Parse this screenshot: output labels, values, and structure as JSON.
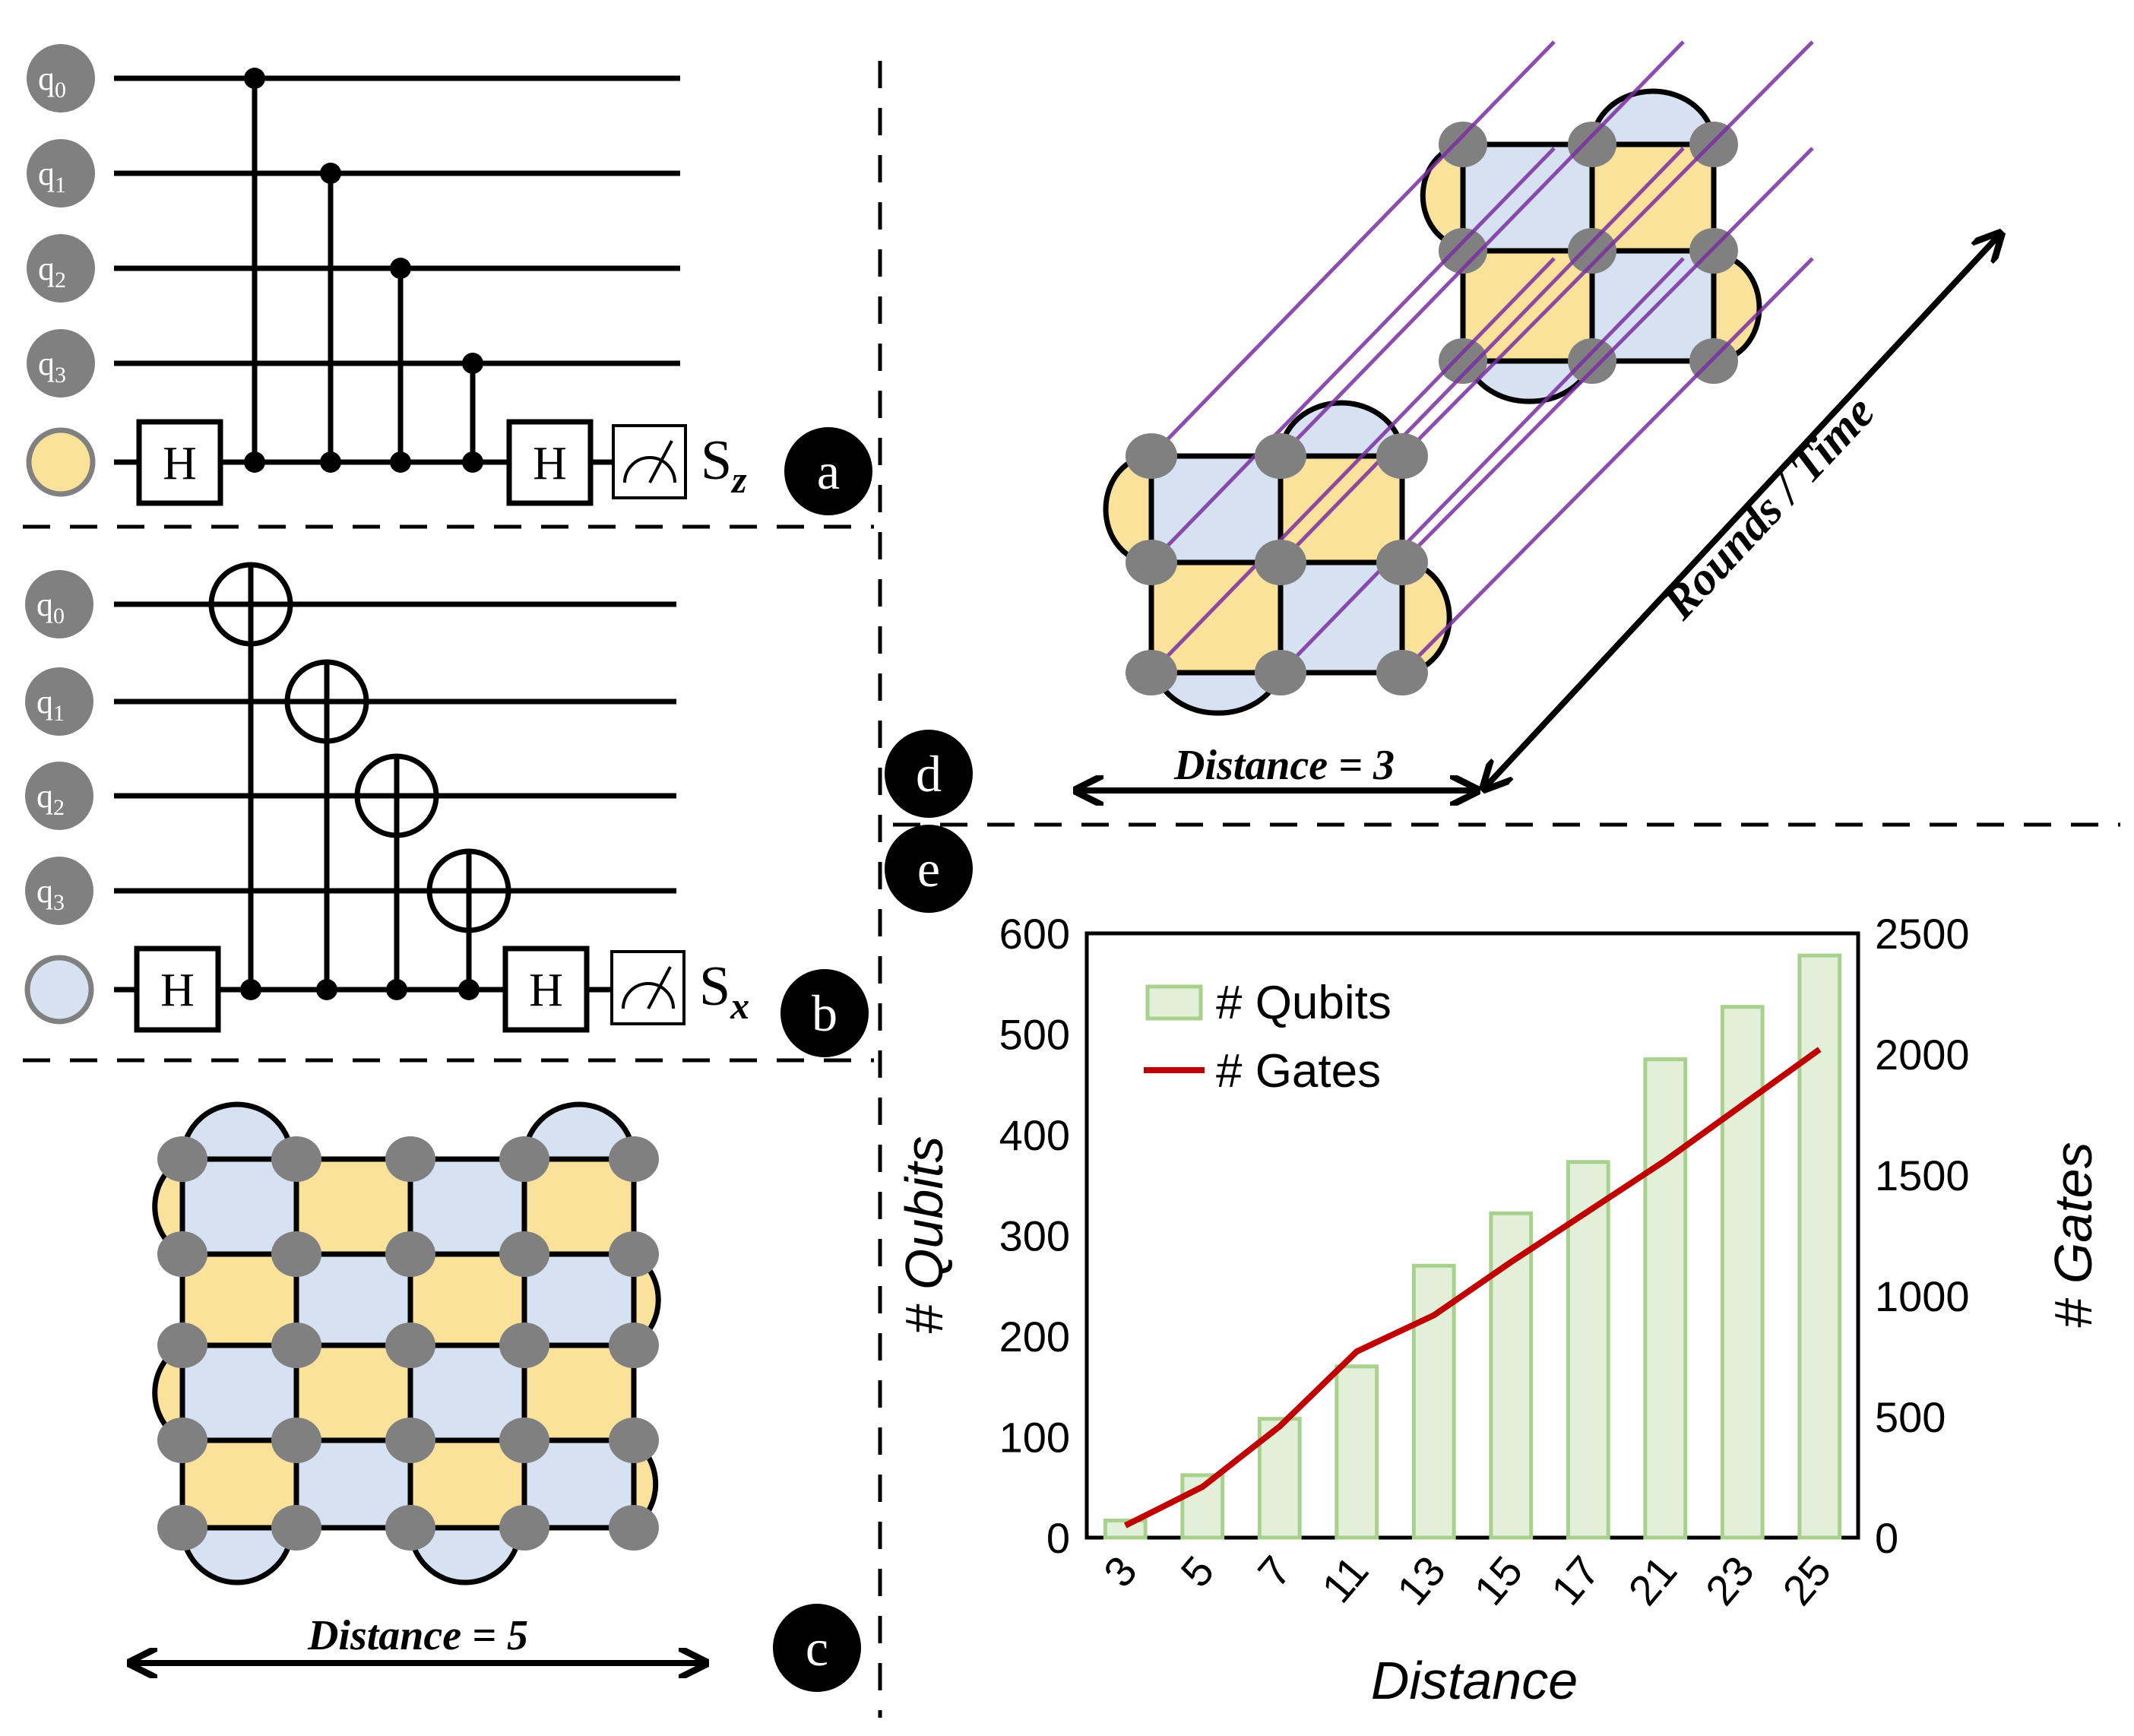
{
  "panel_a": {
    "qubits": [
      {
        "base": "q",
        "index": "0"
      },
      {
        "base": "q",
        "index": "1"
      },
      {
        "base": "q",
        "index": "2"
      },
      {
        "base": "q",
        "index": "3"
      }
    ],
    "gate_label": "H",
    "measure_base": "S",
    "measure_sub": "z",
    "letter": "a",
    "ancilla_color": "#fbe29b"
  },
  "panel_b": {
    "qubits": [
      {
        "base": "q",
        "index": "0"
      },
      {
        "base": "q",
        "index": "1"
      },
      {
        "base": "q",
        "index": "2"
      },
      {
        "base": "q",
        "index": "3"
      }
    ],
    "gate_label": "H",
    "measure_base": "S",
    "measure_sub": "x",
    "letter": "b",
    "ancilla_color": "#d6e1f1"
  },
  "panel_c": {
    "distance_label": "Distance = 5",
    "letter": "c"
  },
  "panel_d": {
    "distance_label": "Distance = 3",
    "time_label": "Rounds / Time",
    "letter": "d"
  },
  "panel_e": {
    "letter": "e"
  },
  "colors": {
    "x_plaquette": "#fbe29b",
    "z_plaquette": "#d6e1f1",
    "data_qubit": "#808080",
    "time_line": "#7a2fa0",
    "bar_fill": "#e2efd9",
    "bar_stroke": "#a9d18e",
    "line": "#c00000"
  },
  "chart_data": {
    "type": "bar",
    "categories": [
      "3",
      "5",
      "7",
      "11",
      "13",
      "15",
      "17",
      "21",
      "23",
      "25"
    ],
    "series": [
      {
        "name": "# Qubits",
        "type": "bar",
        "axis": "left",
        "values": [
          17,
          62,
          118,
          170,
          270,
          322,
          373,
          475,
          527,
          578
        ]
      },
      {
        "name": "# Gates",
        "type": "line",
        "axis": "right",
        "values": [
          50,
          210,
          460,
          770,
          920,
          1140,
          1350,
          1560,
          1790,
          2020
        ]
      }
    ],
    "xlabel": "Distance",
    "ylabel": "# Qubits",
    "y2label": "# Gates",
    "ylim": [
      0,
      600
    ],
    "y2lim": [
      0,
      2500
    ],
    "yticks": [
      "0",
      "100",
      "200",
      "300",
      "400",
      "500",
      "600"
    ],
    "y2ticks": [
      "0",
      "500",
      "1000",
      "1500",
      "2000",
      "2500"
    ],
    "legend": "top-left"
  }
}
